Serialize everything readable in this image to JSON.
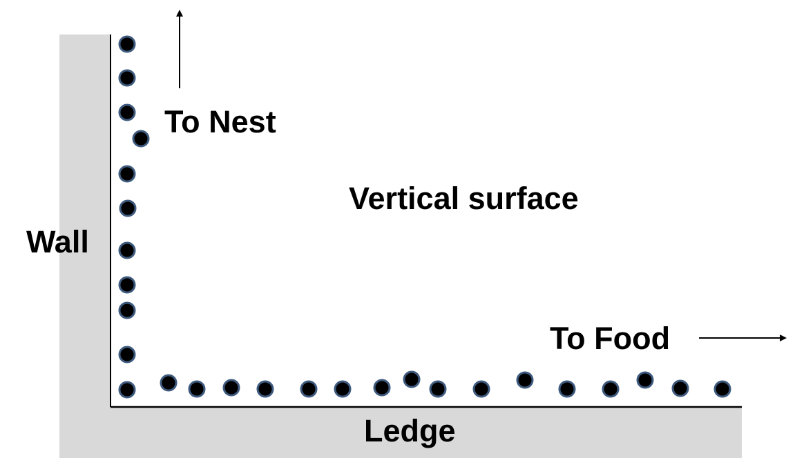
{
  "labels": {
    "to_nest": "To Nest",
    "vertical_surface": "Vertical surface",
    "wall": "Wall",
    "to_food": "To Food",
    "ledge": "Ledge"
  },
  "colors": {
    "panel_fill": "#d9d9d9",
    "outline": "#000000",
    "dot_fill": "#000000",
    "dot_stroke": "#3e5a7e",
    "text": "#000000"
  },
  "wall_dot_count": 11,
  "ledge_dot_count": 16
}
